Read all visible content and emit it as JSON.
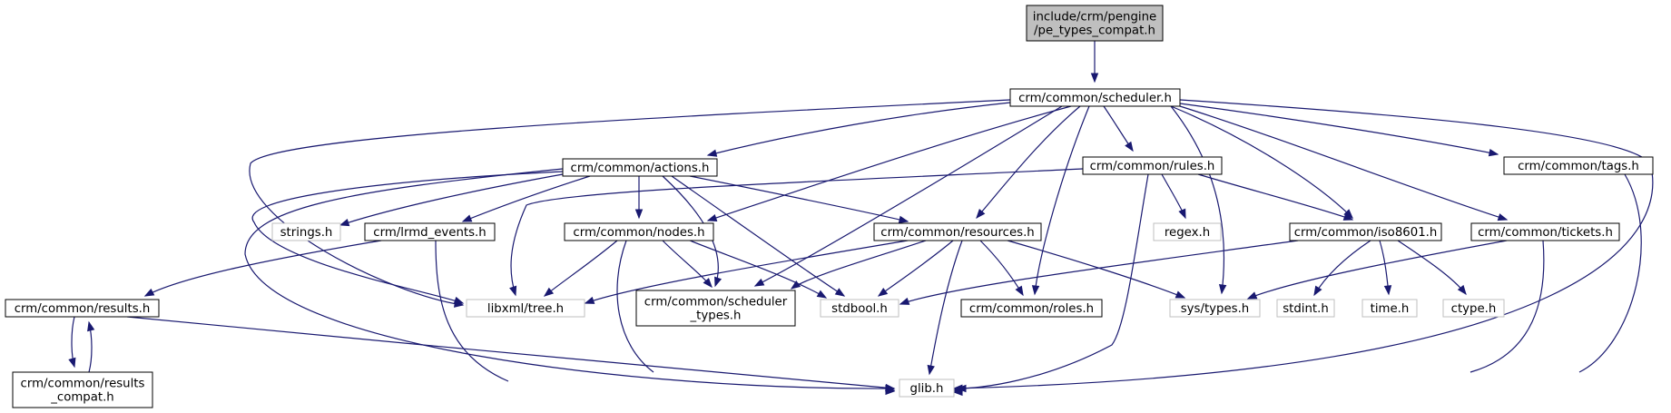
{
  "graph": {
    "edge_color": "#191970",
    "root_fill": "#bfbfbf",
    "missing_node_border": "#bfbfbf",
    "nodes": {
      "pe_types_compat": {
        "lines": [
          "include/crm/pengine",
          "/pe_types_compat.h"
        ],
        "style": "root"
      },
      "scheduler": {
        "lines": [
          "crm/common/scheduler.h"
        ],
        "style": "solid"
      },
      "actions": {
        "lines": [
          "crm/common/actions.h"
        ],
        "style": "solid"
      },
      "rules": {
        "lines": [
          "crm/common/rules.h"
        ],
        "style": "solid"
      },
      "tags": {
        "lines": [
          "crm/common/tags.h"
        ],
        "style": "solid"
      },
      "strings": {
        "lines": [
          "strings.h"
        ],
        "style": "grey"
      },
      "lrmd_events": {
        "lines": [
          "crm/lrmd_events.h"
        ],
        "style": "solid"
      },
      "nodes": {
        "lines": [
          "crm/common/nodes.h"
        ],
        "style": "solid"
      },
      "resources": {
        "lines": [
          "crm/common/resources.h"
        ],
        "style": "solid"
      },
      "regex": {
        "lines": [
          "regex.h"
        ],
        "style": "grey"
      },
      "iso8601": {
        "lines": [
          "crm/common/iso8601.h"
        ],
        "style": "solid"
      },
      "tickets": {
        "lines": [
          "crm/common/tickets.h"
        ],
        "style": "solid"
      },
      "results": {
        "lines": [
          "crm/common/results.h"
        ],
        "style": "solid"
      },
      "tree": {
        "lines": [
          "libxml/tree.h"
        ],
        "style": "grey"
      },
      "scheduler_types": {
        "lines": [
          "crm/common/scheduler",
          "_types.h"
        ],
        "style": "solid"
      },
      "stdbool": {
        "lines": [
          "stdbool.h"
        ],
        "style": "grey"
      },
      "roles": {
        "lines": [
          "crm/common/roles.h"
        ],
        "style": "solid"
      },
      "systypes": {
        "lines": [
          "sys/types.h"
        ],
        "style": "grey"
      },
      "stdint": {
        "lines": [
          "stdint.h"
        ],
        "style": "grey"
      },
      "time": {
        "lines": [
          "time.h"
        ],
        "style": "grey"
      },
      "ctype": {
        "lines": [
          "ctype.h"
        ],
        "style": "grey"
      },
      "results_compat": {
        "lines": [
          "crm/common/results",
          "_compat.h"
        ],
        "style": "solid"
      },
      "glib": {
        "lines": [
          "glib.h"
        ],
        "style": "grey"
      }
    },
    "edges": [
      [
        "pe_types_compat",
        "scheduler"
      ],
      [
        "scheduler",
        "actions"
      ],
      [
        "scheduler",
        "rules"
      ],
      [
        "scheduler",
        "tags"
      ],
      [
        "scheduler",
        "nodes"
      ],
      [
        "scheduler",
        "resources"
      ],
      [
        "scheduler",
        "iso8601"
      ],
      [
        "scheduler",
        "tickets"
      ],
      [
        "scheduler",
        "tree"
      ],
      [
        "scheduler",
        "scheduler_types"
      ],
      [
        "scheduler",
        "roles"
      ],
      [
        "scheduler",
        "systypes"
      ],
      [
        "scheduler",
        "glib"
      ],
      [
        "actions",
        "strings"
      ],
      [
        "actions",
        "lrmd_events"
      ],
      [
        "actions",
        "nodes"
      ],
      [
        "actions",
        "resources"
      ],
      [
        "actions",
        "tree"
      ],
      [
        "actions",
        "scheduler_types"
      ],
      [
        "actions",
        "stdbool"
      ],
      [
        "actions",
        "glib"
      ],
      [
        "rules",
        "regex"
      ],
      [
        "rules",
        "iso8601"
      ],
      [
        "rules",
        "tree"
      ],
      [
        "rules",
        "glib"
      ],
      [
        "tags",
        "glib"
      ],
      [
        "lrmd_events",
        "results"
      ],
      [
        "lrmd_events",
        "glib"
      ],
      [
        "nodes",
        "tree"
      ],
      [
        "nodes",
        "scheduler_types"
      ],
      [
        "nodes",
        "stdbool"
      ],
      [
        "nodes",
        "glib"
      ],
      [
        "resources",
        "tree"
      ],
      [
        "resources",
        "scheduler_types"
      ],
      [
        "resources",
        "stdbool"
      ],
      [
        "resources",
        "roles"
      ],
      [
        "resources",
        "systypes"
      ],
      [
        "resources",
        "glib"
      ],
      [
        "iso8601",
        "stdbool"
      ],
      [
        "iso8601",
        "stdint"
      ],
      [
        "iso8601",
        "time"
      ],
      [
        "iso8601",
        "ctype"
      ],
      [
        "tickets",
        "systypes"
      ],
      [
        "tickets",
        "glib"
      ],
      [
        "results",
        "results_compat"
      ],
      [
        "results_compat",
        "results"
      ],
      [
        "results",
        "glib"
      ]
    ]
  }
}
